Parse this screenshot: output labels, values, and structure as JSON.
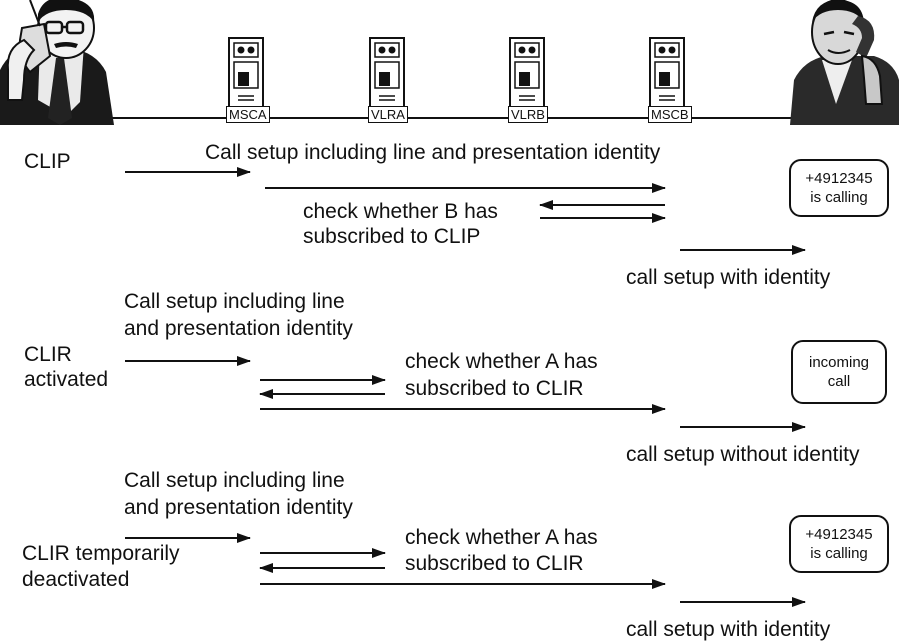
{
  "network": {
    "nodes": [
      {
        "label": "MSCA"
      },
      {
        "label": "VLRA"
      },
      {
        "label": "VLRB"
      },
      {
        "label": "MSCB"
      }
    ]
  },
  "sections": {
    "clip": {
      "label": "CLIP",
      "setup_text": "Call setup including line and presentation identity",
      "check_text_1": "check whether B has",
      "check_text_2": "subscribed to CLIP",
      "result_text": "call setup with identity",
      "display_1": "+4912345",
      "display_2": "is calling"
    },
    "clir": {
      "label_1": "CLIR",
      "label_2": "activated",
      "setup_text_1": "Call setup including line",
      "setup_text_2": "and presentation identity",
      "check_text_1": "check whether A has",
      "check_text_2": "subscribed to CLIR",
      "result_text": "call setup without identity",
      "display_1": "incoming",
      "display_2": "call"
    },
    "clir_temp": {
      "label_1": "CLIR temporarily",
      "label_2": "deactivated",
      "setup_text_1": "Call setup including line",
      "setup_text_2": "and presentation identity",
      "check_text_1": "check whether A has",
      "check_text_2": "subscribed to CLIR",
      "result_text": "call setup with identity",
      "display_1": "+4912345",
      "display_2": "is calling"
    }
  }
}
